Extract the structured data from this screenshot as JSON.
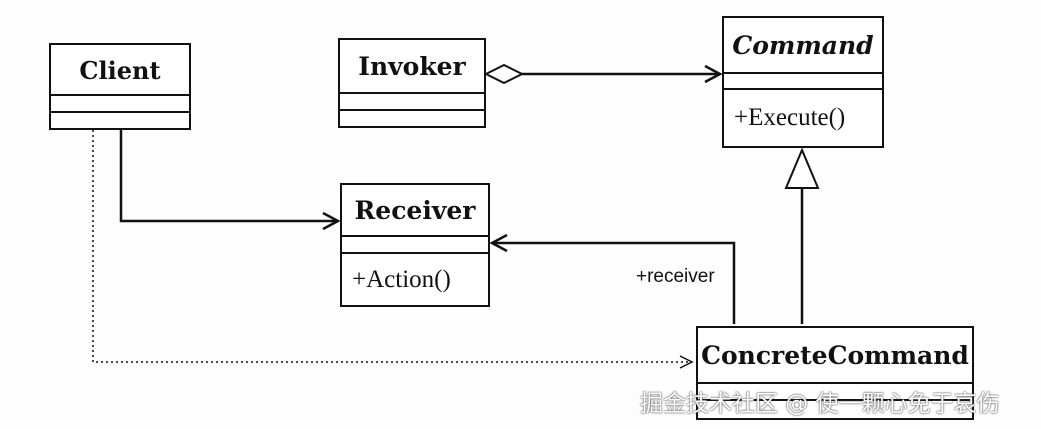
{
  "diagram": {
    "classes": {
      "client": {
        "name": "Client"
      },
      "invoker": {
        "name": "Invoker"
      },
      "command": {
        "name": "Command",
        "operation": "+Execute()"
      },
      "receiver": {
        "name": "Receiver",
        "operation": "+Action()"
      },
      "concrete_command": {
        "name": "ConcreteCommand"
      }
    },
    "role_labels": {
      "receiver": "+receiver"
    }
  },
  "watermark": "掘金技术社区 @ 使一颗心免于哀伤"
}
